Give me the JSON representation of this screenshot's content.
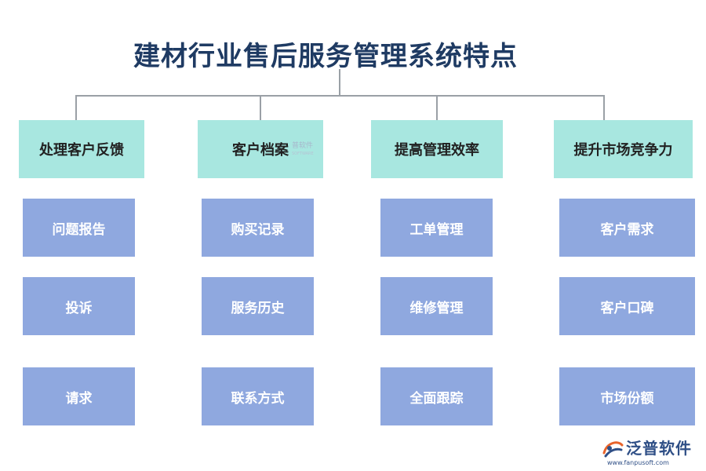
{
  "title": "建材行业售后服务管理系统特点",
  "categories": [
    {
      "label": "处理客户反馈",
      "items": [
        "问题报告",
        "投诉",
        "请求"
      ]
    },
    {
      "label": "客户档案",
      "items": [
        "购买记录",
        "服务历史",
        "联系方式"
      ]
    },
    {
      "label": "提高管理效率",
      "items": [
        "工单管理",
        "维修管理",
        "全面跟踪"
      ]
    },
    {
      "label": "提升市场竞争力",
      "items": [
        "客户需求",
        "客户口碑",
        "市场份额"
      ]
    }
  ],
  "watermark": {
    "name": "泛普软件",
    "small_name": "普软件",
    "url": "www.fanpusoft.com"
  },
  "colors": {
    "title": "#1f3b63",
    "category_fill": "#a8e7e0",
    "item_fill": "#8fa8df",
    "connector": "#9aa0a6"
  }
}
